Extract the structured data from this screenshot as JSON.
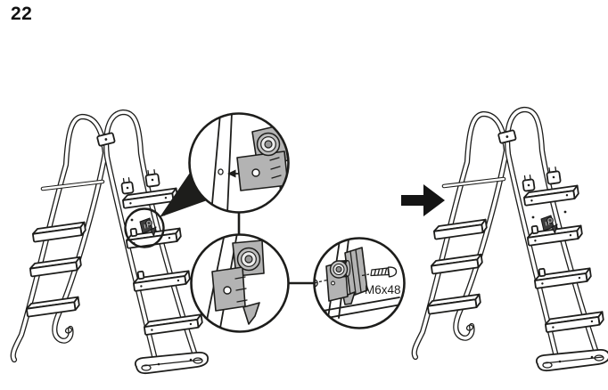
{
  "page": {
    "step_number": "22",
    "background_color": "#ffffff"
  },
  "diagram": {
    "line_color": "#1d1d1b",
    "part_fill_color": "#b3b3b3",
    "screw_label": "M6x48",
    "scenes": {
      "before": "a-frame-pool-ladder-latch-location-highlighted",
      "after": "a-frame-pool-ladder-latch-installed"
    },
    "callouts": {
      "top": "latch-aligned-to-leg-hole",
      "bottom": "latch-mounted-on-leg",
      "screw": "latch-secured-with-screw"
    },
    "transition": "right-arrow"
  }
}
